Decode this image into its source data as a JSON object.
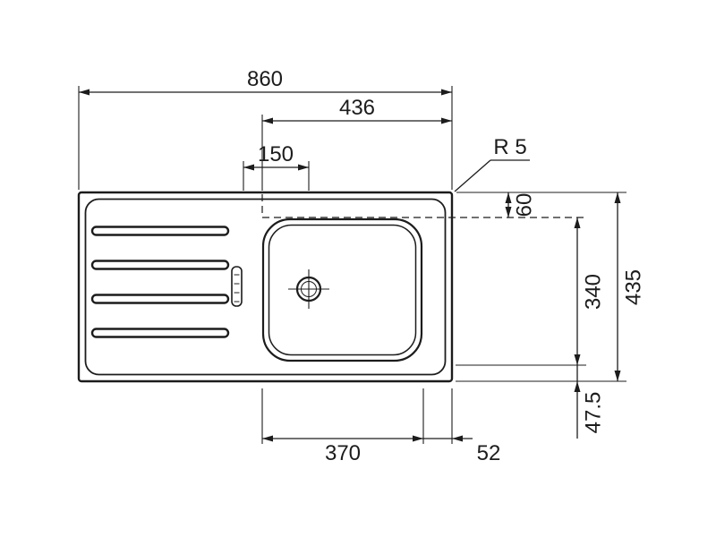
{
  "page": {
    "background": "#ffffff",
    "line_color": "#1c1c1c"
  },
  "drawing": {
    "subject": "sink-top-view-dimension-drawing",
    "dims": {
      "overall_width": "860",
      "right_to_bowl": "436",
      "divider_to_drain": "150",
      "corner_radius": "R 5",
      "top_to_bowl": "60",
      "bowl_depth": "340",
      "overall_depth": "435",
      "bowl_to_bottom": "47.5",
      "bowl_width": "370",
      "bowl_to_right": "52"
    }
  }
}
